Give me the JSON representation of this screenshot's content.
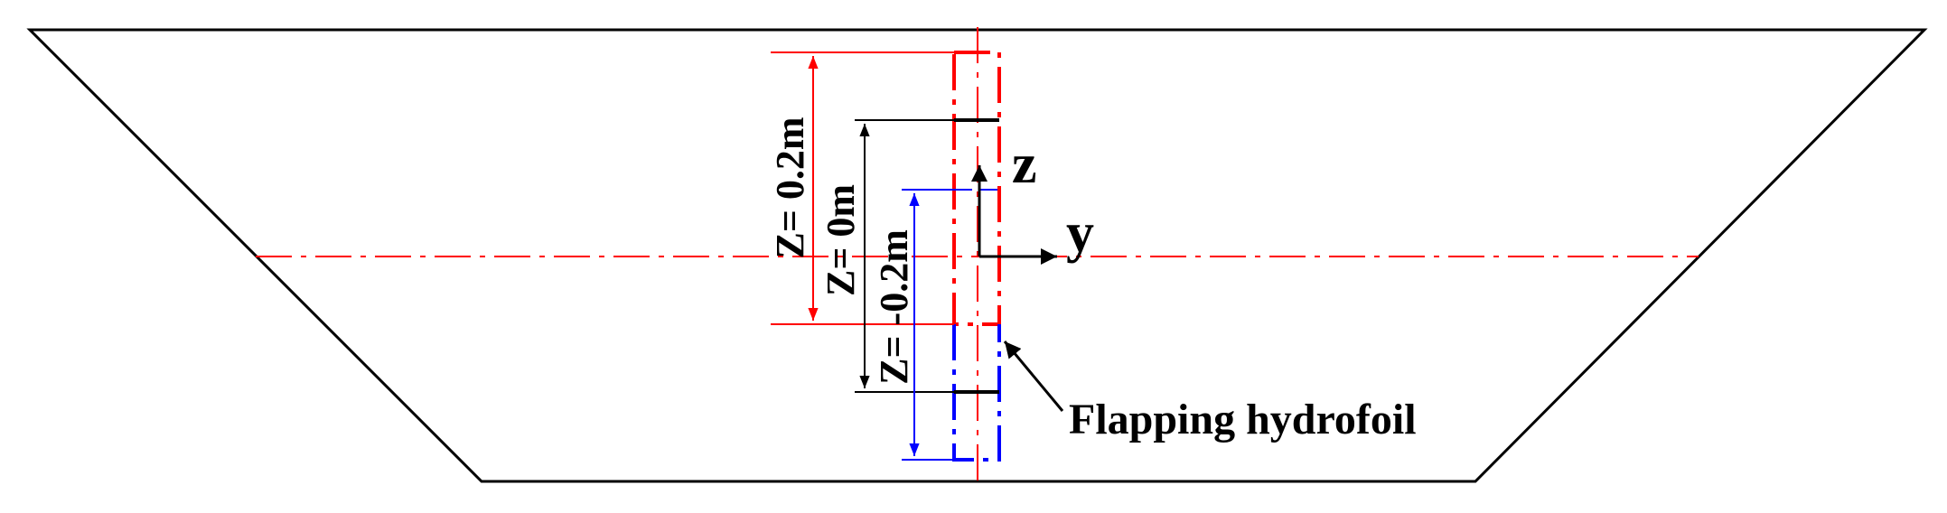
{
  "labels": {
    "z_pos": "Z= 0.2m",
    "z_zero": "Z= 0m",
    "z_neg": "Z= -0.2m",
    "axis_z": "z",
    "axis_y": "y",
    "callout": "Flapping hydrofoil"
  },
  "colors": {
    "outline": "#000000",
    "upper_position": "#ff0000",
    "middle_position": "#000000",
    "lower_position": "#0000ff",
    "centerline": "#ff0000"
  }
}
